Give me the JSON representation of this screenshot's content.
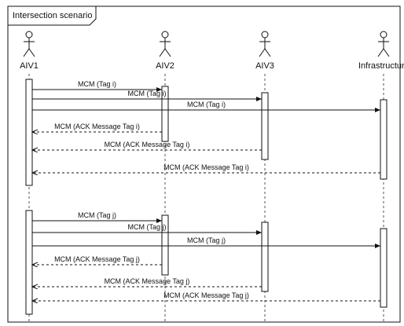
{
  "frame": {
    "title": "Intersection scenario"
  },
  "actors": [
    {
      "id": "aiv1",
      "label": "AIV1"
    },
    {
      "id": "aiv2",
      "label": "AIV2"
    },
    {
      "id": "aiv3",
      "label": "AIV3"
    },
    {
      "id": "infrastructure",
      "label": "Infrastructure"
    }
  ],
  "phases": [
    {
      "tag": "i",
      "messages": [
        {
          "from": "aiv1",
          "to": "aiv2",
          "label": "MCM (Tag i)",
          "kind": "request"
        },
        {
          "from": "aiv1",
          "to": "aiv3",
          "label": "MCM (Tag i)",
          "kind": "request"
        },
        {
          "from": "aiv1",
          "to": "infrastructure",
          "label": "MCM (Tag i)",
          "kind": "request"
        },
        {
          "from": "aiv2",
          "to": "aiv1",
          "label": "MCM (ACK Message Tag i)",
          "kind": "reply"
        },
        {
          "from": "aiv3",
          "to": "aiv1",
          "label": "MCM (ACK Message Tag i)",
          "kind": "reply"
        },
        {
          "from": "infrastructure",
          "to": "aiv1",
          "label": "MCM (ACK Message Tag i)",
          "kind": "reply"
        }
      ]
    },
    {
      "tag": "j",
      "messages": [
        {
          "from": "aiv1",
          "to": "aiv2",
          "label": "MCM (Tag j)",
          "kind": "request"
        },
        {
          "from": "aiv1",
          "to": "aiv3",
          "label": "MCM (Tag j)",
          "kind": "request"
        },
        {
          "from": "aiv1",
          "to": "infrastructure",
          "label": "MCM (Tag j)",
          "kind": "request"
        },
        {
          "from": "aiv2",
          "to": "aiv1",
          "label": "MCM (ACK Message Tag j)",
          "kind": "reply"
        },
        {
          "from": "aiv3",
          "to": "aiv1",
          "label": "MCM (ACK Message Tag j)",
          "kind": "reply"
        },
        {
          "from": "infrastructure",
          "to": "aiv1",
          "label": "MCM (ACK Message Tag j)",
          "kind": "reply"
        }
      ]
    }
  ],
  "colors": {
    "line": "#111111",
    "lifeline": "#555555",
    "activation_fill": "#ffffff",
    "background": "#ffffff"
  }
}
